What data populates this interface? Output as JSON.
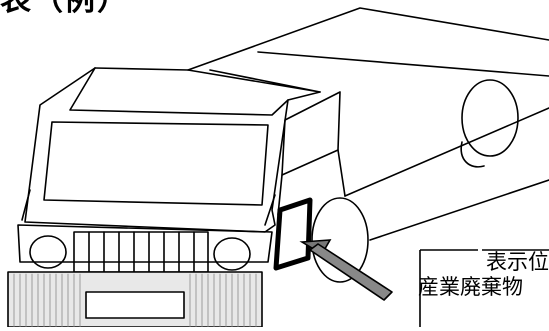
{
  "heading": {
    "text_a": "表",
    "text_b": "（",
    "text_c": "例）"
  },
  "callout": {
    "line1": "表示位",
    "line2": "産業廃棄物"
  }
}
